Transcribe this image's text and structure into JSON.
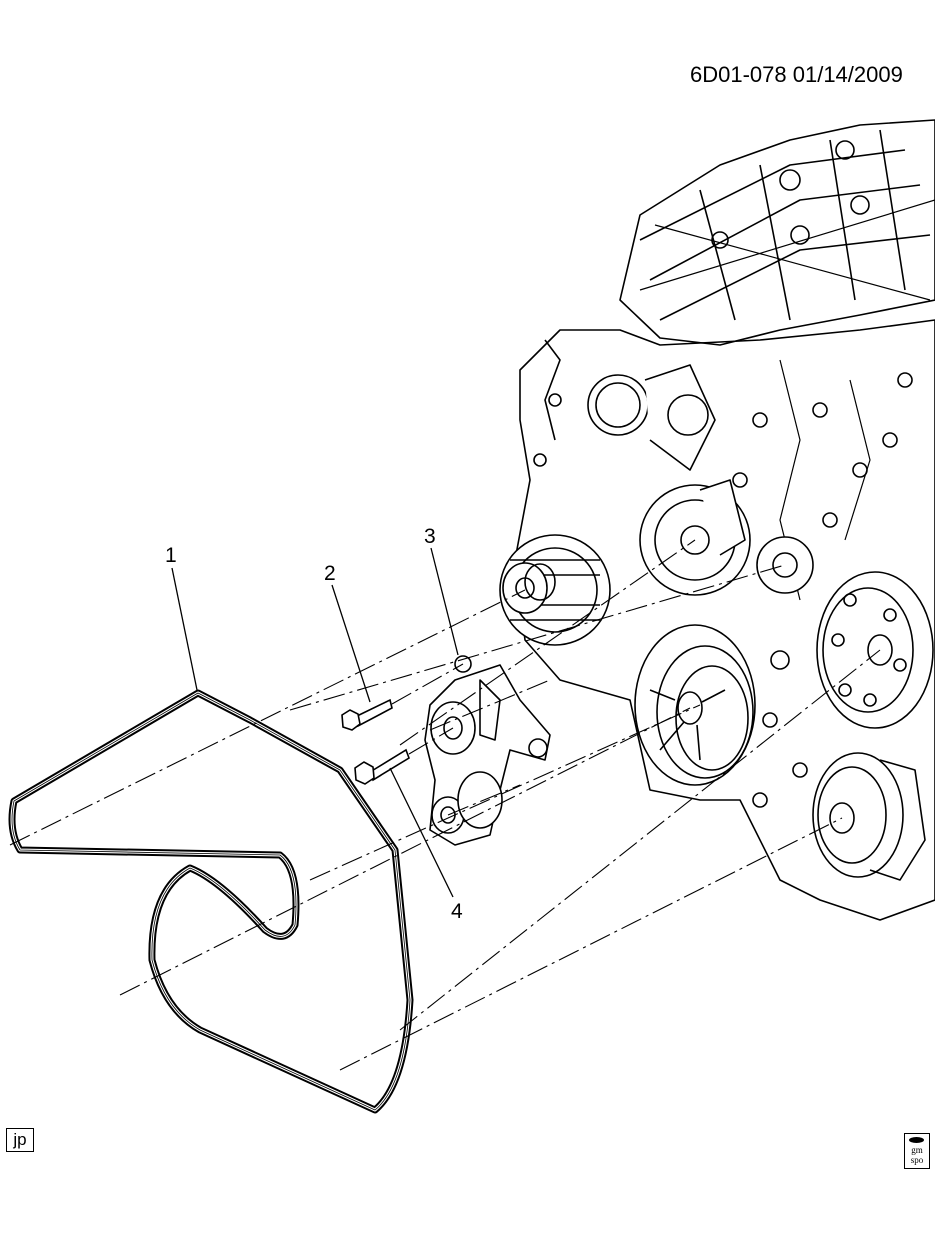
{
  "header": {
    "diagram_id": "6D01-078  01/14/2009"
  },
  "callouts": [
    {
      "label": "1"
    },
    {
      "label": "2"
    },
    {
      "label": "3"
    },
    {
      "label": "4"
    }
  ],
  "footer": {
    "artist_initials": "jp",
    "logo_text_1": "gm",
    "logo_text_2": "spo"
  }
}
